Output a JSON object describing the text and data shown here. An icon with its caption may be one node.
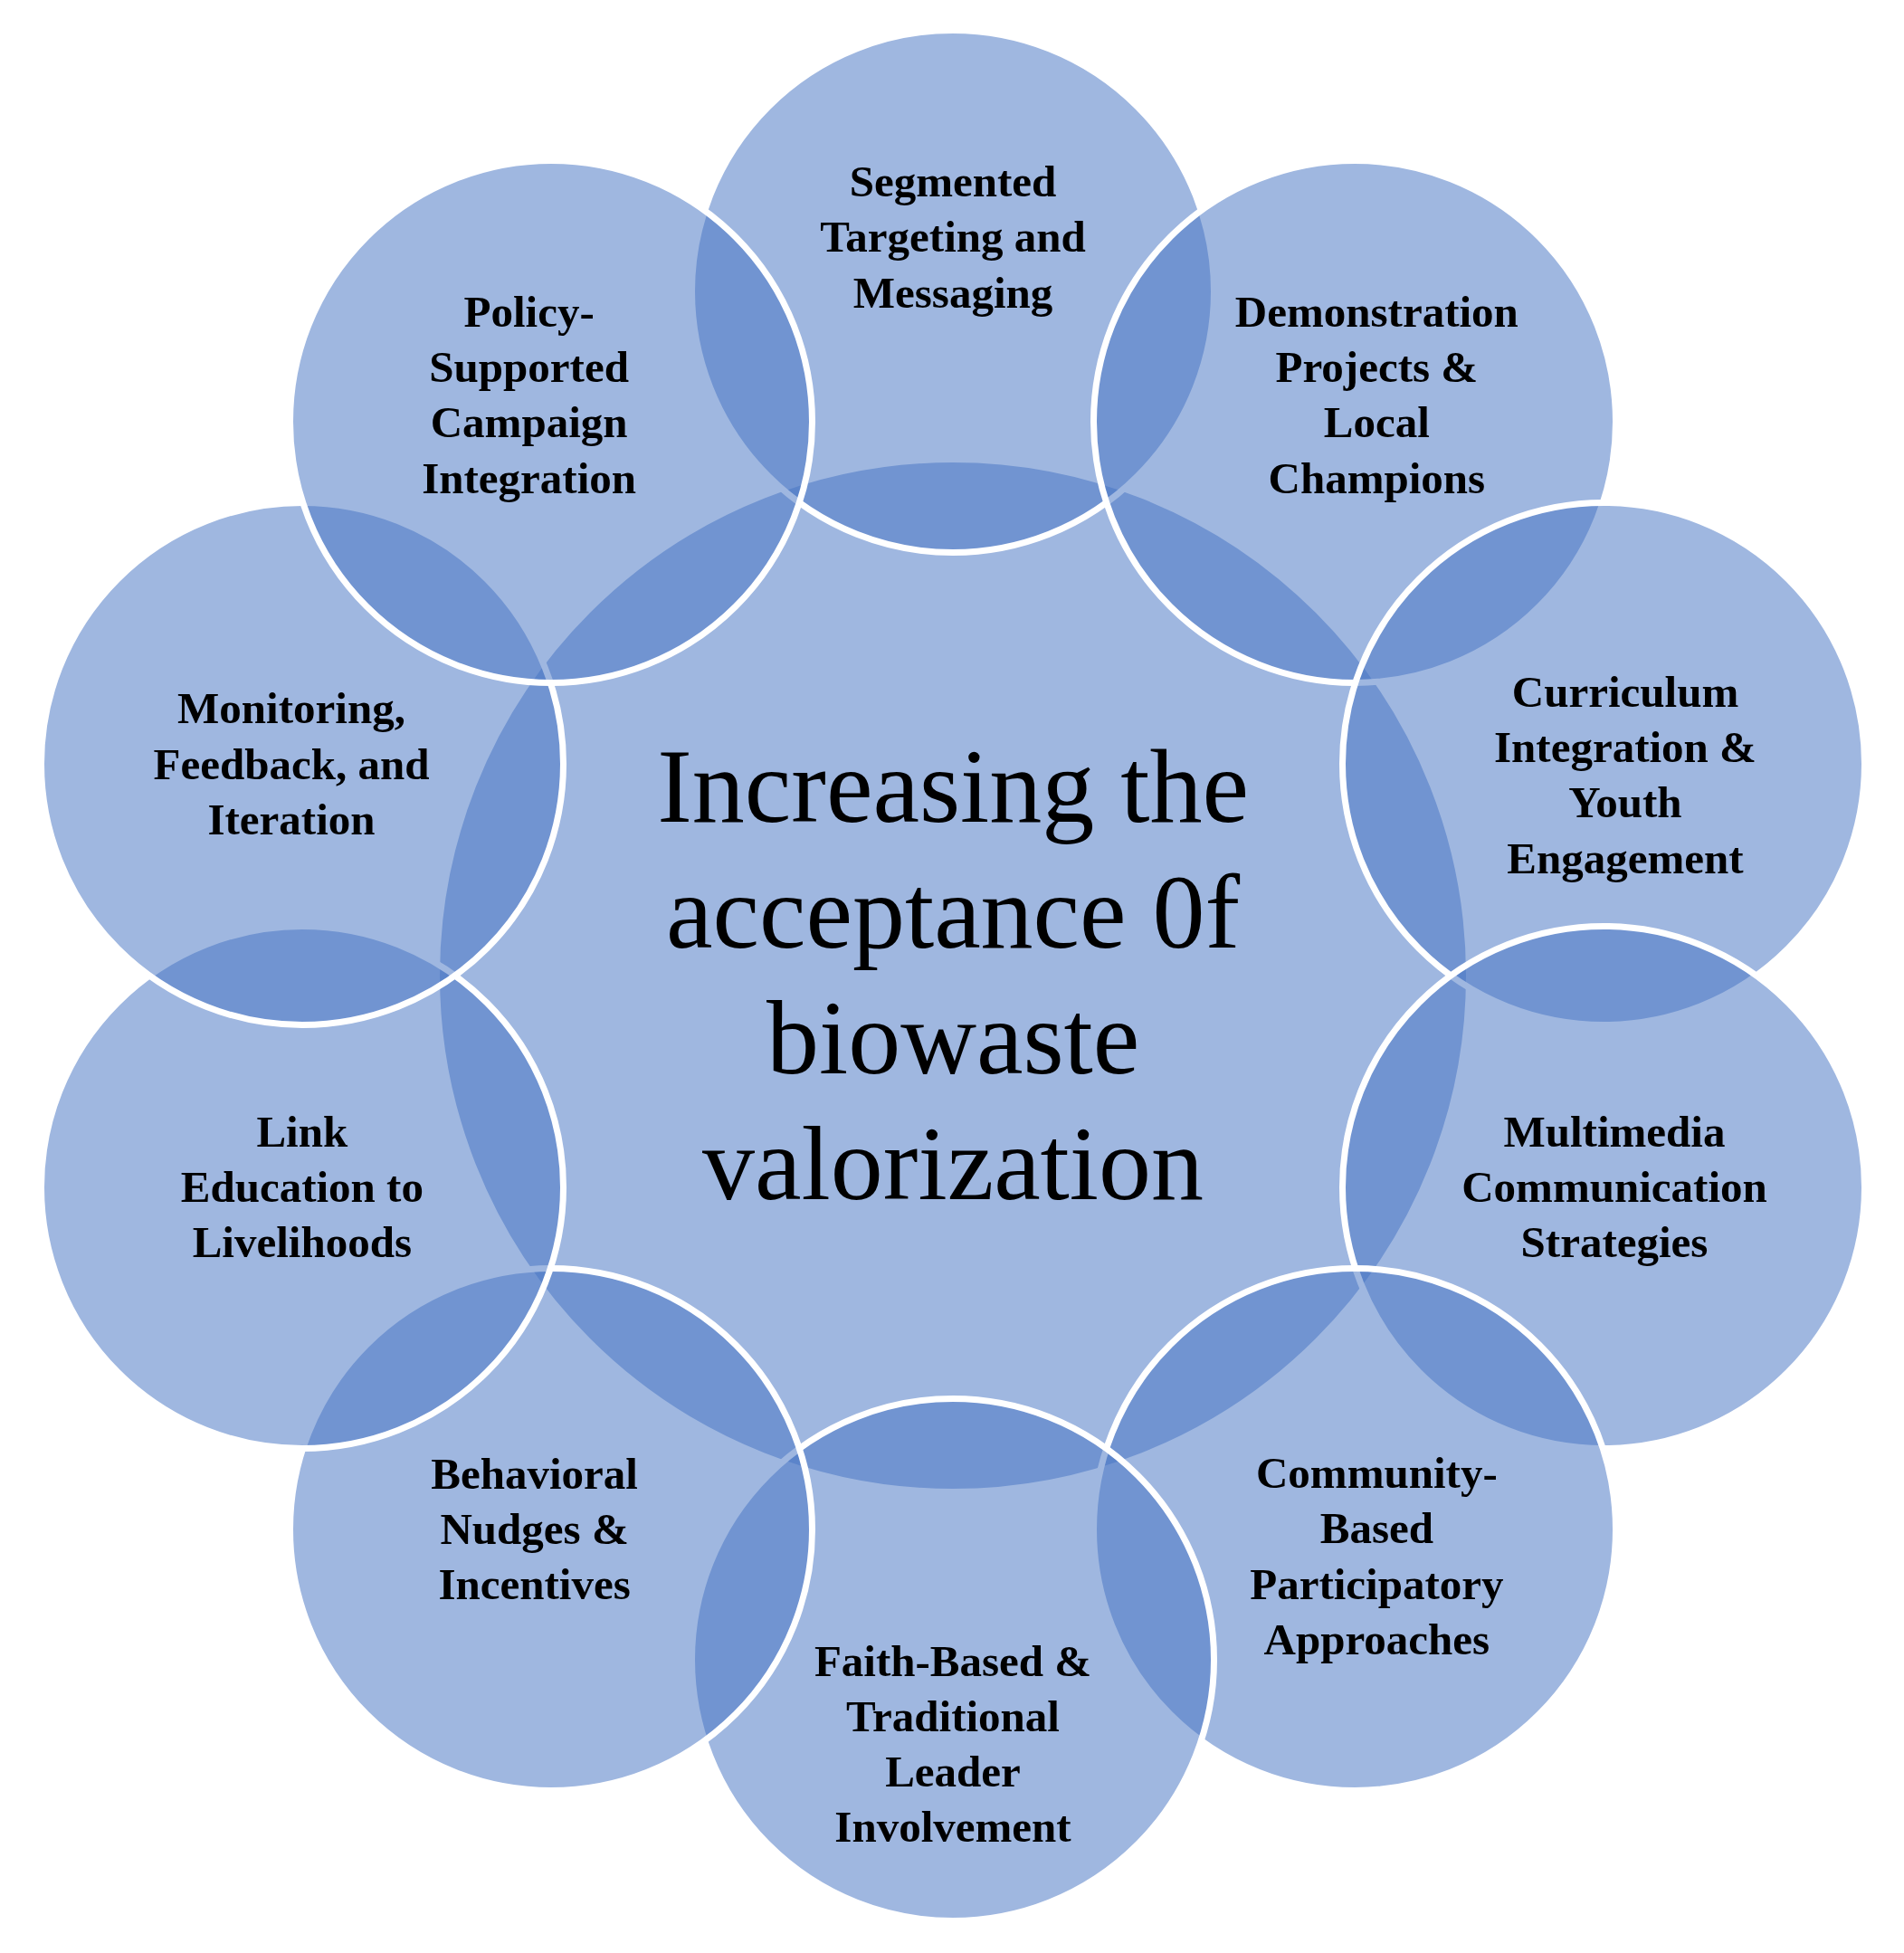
{
  "diagram": {
    "nodes": [
      {
        "text": [
          "Increasing the acceptance 0f biowaste valorization"
        ]
      },
      {
        "text": [
          "Segmented Targeting and Messaging"
        ]
      },
      {
        "text": [
          "Demonstration Projects & Local Champions"
        ]
      },
      {
        "text": [
          "Curriculum Integration & Youth Engagement"
        ]
      },
      {
        "text": [
          "Multimedia Communication Strategies"
        ]
      },
      {
        "text": [
          "Community-Based Participatory Approaches"
        ]
      },
      {
        "text": [
          "Faith-Based & Traditional Leader Involvement"
        ]
      },
      {
        "text": [
          "Behavioral Nudges & Incentives"
        ]
      },
      {
        "text": [
          "Link Education to Livelihoods"
        ]
      },
      {
        "text": [
          "Monitoring, Feedback, and Iteration"
        ]
      },
      {
        "text": [
          "Policy-Supported Campaign Integration"
        ]
      }
    ]
  }
}
